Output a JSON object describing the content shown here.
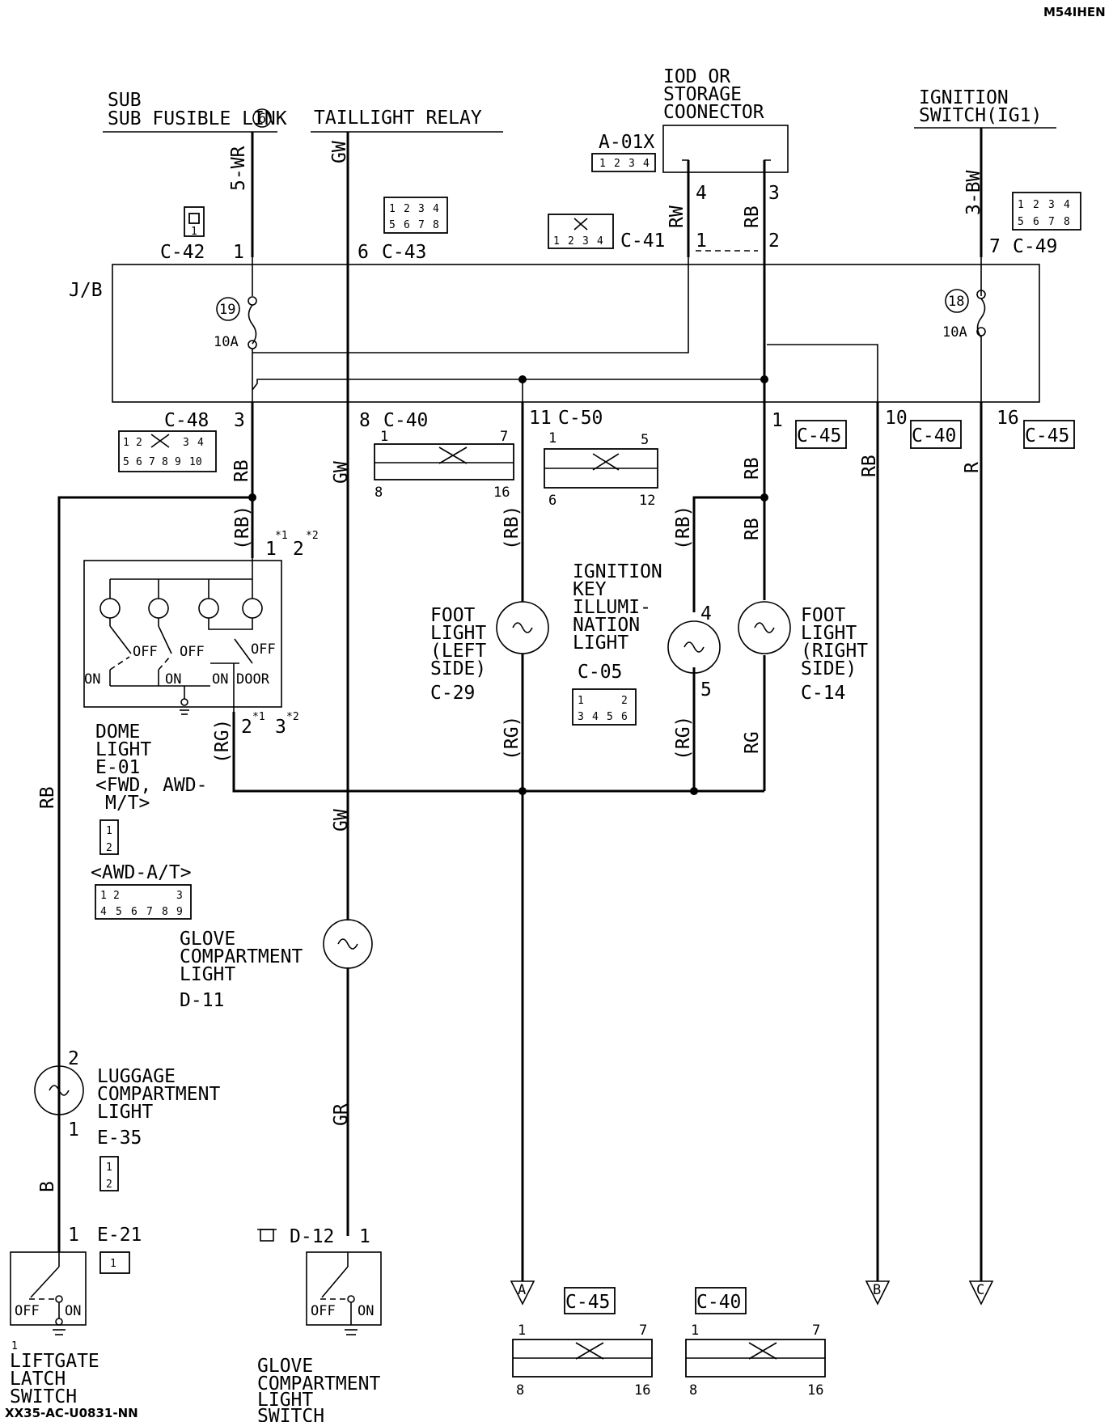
{
  "sheet_code": "M54IHEN",
  "footer_code": "XX35-AC-U0831-NN",
  "sources": {
    "sub_fusible_link": "SUB FUSIBLE LINK",
    "sub_fusible_link_num": "6",
    "taillight_relay": "TAILLIGHT RELAY",
    "iod_l1": "IOD OR",
    "iod_l2": "STORAGE",
    "iod_l3": "COONECTOR",
    "iod_conn": "A-01X",
    "ignition_l1": "IGNITION",
    "ignition_l2": "SWITCH(IG1)"
  },
  "jb_label": "J/B",
  "fuses": {
    "f19": {
      "num": "19",
      "rating": "10A"
    },
    "f18": {
      "num": "18",
      "rating": "10A"
    }
  },
  "connectors": {
    "c42": "C-42",
    "c43": "C-43",
    "c41": "C-41",
    "c49": "C-49",
    "c48": "C-48",
    "c40": "C-40",
    "c50": "C-50",
    "c45": "C-45",
    "c05": "C-05",
    "c29": "C-29",
    "c14": "C-14",
    "d11": "D-11",
    "d12": "D-12",
    "e01": "E-01",
    "e35": "E-35",
    "e21": "E-21"
  },
  "connector_pins": {
    "a01x": [
      "1",
      "2",
      "3",
      "4"
    ],
    "c43_top": [
      "1",
      "2",
      "3",
      "4"
    ],
    "c43_bot": [
      "5",
      "6",
      "7",
      "8"
    ],
    "c41": [
      "1",
      "2",
      "3",
      "4"
    ],
    "c49_top": [
      "1",
      "2",
      "3",
      "4"
    ],
    "c49_bot": [
      "5",
      "6",
      "7",
      "8"
    ],
    "c48_top": [
      "1",
      "2",
      "3",
      "4"
    ],
    "c48_bot": [
      "5",
      "6",
      "7",
      "8",
      "9",
      "10"
    ],
    "c05_top": [
      "1",
      "2"
    ],
    "c05_bot": [
      "3",
      "4",
      "5",
      "6"
    ],
    "dome_top": [
      "1",
      "2",
      "3"
    ],
    "dome_bot": [
      "4",
      "5",
      "6",
      "7",
      "8",
      "9"
    ],
    "c42_pin": "1",
    "e01_pins": [
      "1",
      "2"
    ],
    "e35_pins": [
      "1",
      "2"
    ],
    "e21_pin": "1"
  },
  "wire_colors": {
    "wr": "5-WR",
    "gw": "GW",
    "rw": "RW",
    "rb": "RB",
    "bw": "3-BW",
    "r": "R",
    "rb_p": "(RB)",
    "rg_p": "(RG)",
    "rg": "RG",
    "gr": "GR",
    "b": "B"
  },
  "pins": {
    "p1": "1",
    "p2": "2",
    "p3": "3",
    "p4": "4",
    "p5": "5",
    "p6": "6",
    "p7": "7",
    "p8": "8",
    "p10": "10",
    "p11": "11",
    "p12": "12",
    "p16": "16"
  },
  "stars": {
    "s1": "*1",
    "s2": "*2"
  },
  "components": {
    "dome_l1": "DOME",
    "dome_l2": "LIGHT",
    "dome_l4": "<FWD, AWD-",
    "dome_l5": "M/T>",
    "dome_l6": "<AWD-A/T>",
    "foot_left": [
      "FOOT",
      "LIGHT",
      "(LEFT",
      "SIDE)"
    ],
    "foot_right": [
      "FOOT",
      "LIGHT",
      "(RIGHT",
      "SIDE)"
    ],
    "ign_key": [
      "IGNITION",
      "KEY",
      "ILLUMI-",
      "NATION",
      "LIGHT"
    ],
    "glove_light": [
      "GLOVE",
      "COMPARTMENT",
      "LIGHT"
    ],
    "luggage_light": [
      "LUGGAGE",
      "COMPARTMENT",
      "LIGHT"
    ],
    "liftgate_switch": [
      "LIFTGATE",
      "LATCH",
      "SWITCH"
    ],
    "glove_switch": [
      "GLOVE",
      "COMPARTMENT",
      "LIGHT",
      "SWITCH"
    ]
  },
  "switch_labels": {
    "off": "OFF",
    "on": "ON",
    "door": "DOOR"
  },
  "terminals": {
    "a": "A",
    "b": "B",
    "c": "C"
  },
  "tick_mark": "1"
}
